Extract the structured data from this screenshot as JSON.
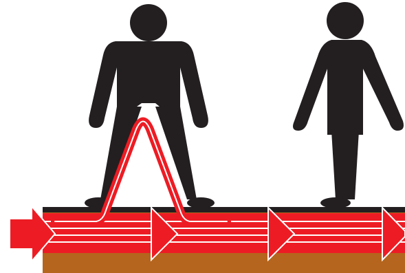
{
  "colors": {
    "background": "#ffffff",
    "figure": "#231f20",
    "ground_surface": "#231f20",
    "soil": "#b5651d",
    "current_band": "#ed1c24",
    "current_line": "#ffffff",
    "arrow": "#ed1c24"
  },
  "figures": [
    {
      "name": "person-legs-apart",
      "posture": "stride",
      "current_through_body": true
    },
    {
      "name": "person-feet-together",
      "posture": "standing",
      "current_through_body": false
    }
  ],
  "icons": [
    "current-flow-arrow",
    "current-flow-arrow",
    "current-flow-arrow",
    "current-flow-arrow"
  ]
}
